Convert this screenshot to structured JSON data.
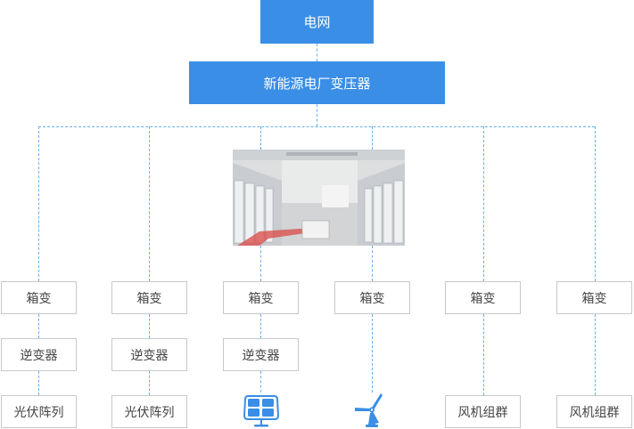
{
  "top": {
    "grid_label": "电网",
    "transformer_label": "新能源电厂变压器"
  },
  "photo": {
    "name": "switchgear-room-photo"
  },
  "columns": [
    {
      "box_transformer": "箱变",
      "inverter": "逆变器",
      "source": "光伏阵列",
      "source_type": "text"
    },
    {
      "box_transformer": "箱变",
      "inverter": "逆变器",
      "source": "光伏阵列",
      "source_type": "text"
    },
    {
      "box_transformer": "箱变",
      "inverter": "逆变器",
      "source": "solar-panel",
      "source_type": "icon"
    },
    {
      "box_transformer": "箱变",
      "inverter": null,
      "source": "wind-turbine",
      "source_type": "icon"
    },
    {
      "box_transformer": "箱变",
      "inverter": null,
      "source": "风机组群",
      "source_type": "text"
    },
    {
      "box_transformer": "箱变",
      "inverter": null,
      "source": "风机组群",
      "source_type": "text"
    }
  ],
  "colors": {
    "accent": "#3a8ee6",
    "connector": "#6aaeea",
    "border": "#c8c8c8"
  }
}
